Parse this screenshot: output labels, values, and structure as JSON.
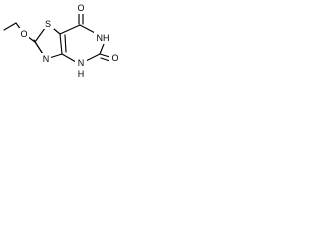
{
  "structure": {
    "labels": {
      "ring_s": "S",
      "ring_n_imidazole": "N",
      "carbonyl_o_top": "O",
      "carbonyl_o_right": "O",
      "ether_o": "O",
      "nh_top": "NH",
      "nh_bottom_n": "N",
      "nh_bottom_h": "H"
    }
  }
}
